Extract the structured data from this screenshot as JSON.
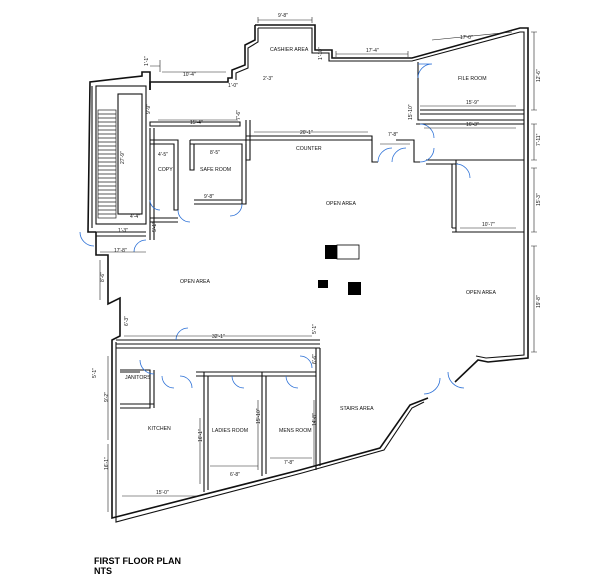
{
  "title": "FIRST FLOOR PLAN",
  "subtitle": "NTS",
  "rooms": {
    "cashier": "CASHIER AREA",
    "file": "FILE ROOM",
    "counter": "COUNTER",
    "copy": "COPY",
    "safe": "SAFE ROOM",
    "open_center": "OPEN AREA",
    "open_left": "OPEN AREA",
    "open_right": "OPEN AREA",
    "janitors": "JANITORS",
    "kitchen": "KITCHEN",
    "ladies": "LADIES ROOM",
    "mens": "MENS ROOM",
    "stairs": "STAIRS AREA"
  },
  "dims": {
    "d1": "9'-8\"",
    "d2": "17'-4\"",
    "d3": "17'-0\"",
    "d4": "12'-6\"",
    "d5": "1'-10\"",
    "d6": "1'-1\"",
    "d7": "2'-3\"",
    "d8": "10'-4\"",
    "d9": "1'-0\"",
    "d10": "15'-9\"",
    "d11": "15'-10\"",
    "d12": "16'-3\"",
    "d13": "15'-4\"",
    "d14": "7'-6\"",
    "d15": "20'-1\"",
    "d16": "7'-8\"",
    "d17": "7'-11\"",
    "d18": "4'-5\"",
    "d19": "8'-5\"",
    "d20": "27'-9\"",
    "d21": "9'-9\"",
    "d22": "9'-8\"",
    "d23": "4'-4\"",
    "d24": "10'-7\"",
    "d25": "15'-3\"",
    "d26": "1'-3\"",
    "d27": "5'-1\"",
    "d28": "17'-8\"",
    "d29": "8'-6\"",
    "d30": "19'-8\"",
    "d31": "6'-3\"",
    "d32": "32'-1\"",
    "d33": "5'-1\"",
    "d34": "5'-1\"",
    "d35": "6'-6\"",
    "d36": "9'-2\"",
    "d37": "16'-1\"",
    "d38": "16'-1\"",
    "d39": "15'-10\"",
    "d40": "14'-8\"",
    "d41": "6'-8\"",
    "d42": "7'-8\"",
    "d43": "15'-0\""
  }
}
